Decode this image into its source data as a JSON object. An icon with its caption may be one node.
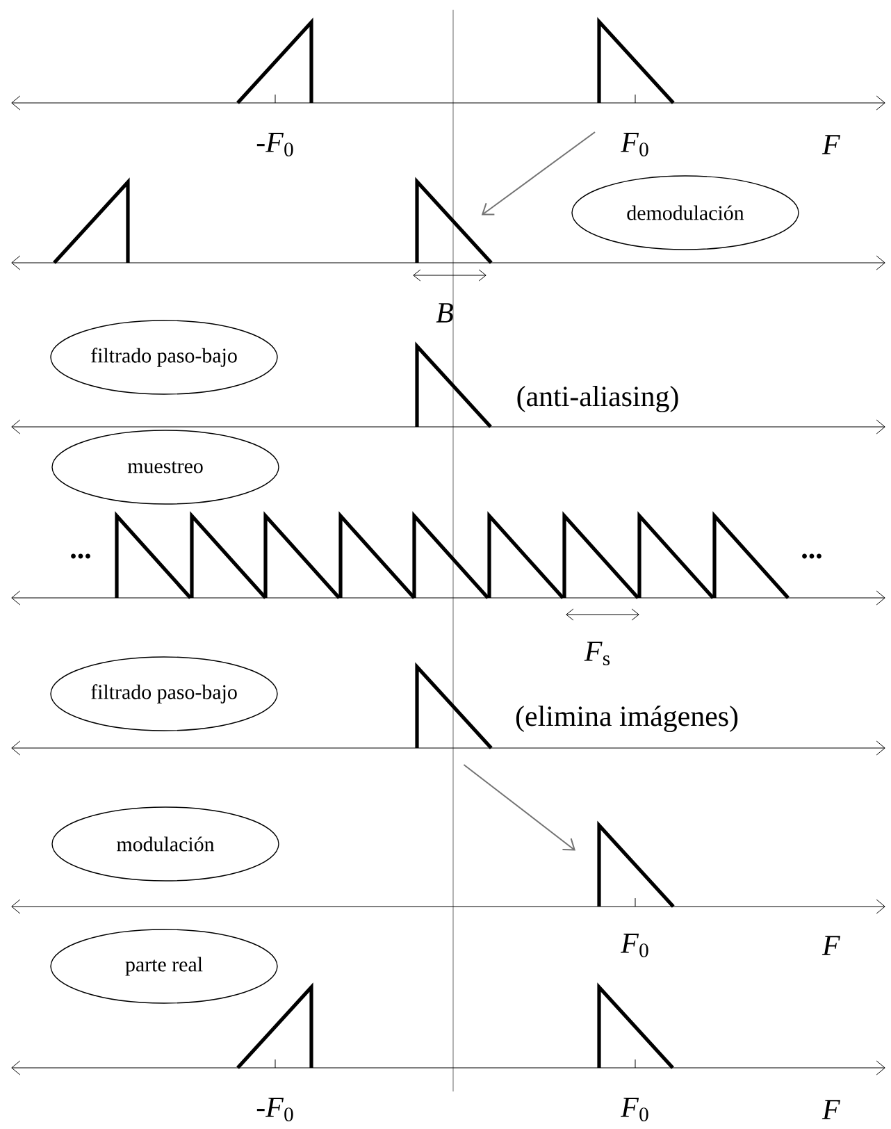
{
  "diagram": {
    "nodes": [
      {
        "text": [],
        "shape": "triangle"
      },
      {
        "text": [],
        "shape": "triangle"
      },
      {
        "text": [
          "demodulación"
        ]
      },
      {
        "text": [
          "filtrado paso-bajo"
        ]
      },
      {
        "text": [
          "muestreo"
        ]
      },
      {
        "text": [
          "filtrado paso-bajo"
        ]
      },
      {
        "text": [],
        "shape": "triangle"
      },
      {
        "text": [
          "modulación"
        ]
      },
      {
        "text": [],
        "shape": "triangle"
      },
      {
        "text": [
          "parte real"
        ]
      }
    ],
    "edges": [
      {
        "from": 0,
        "to": 1,
        "arrow": "to"
      },
      {
        "from": 6,
        "to": 8,
        "arrow": "to"
      }
    ],
    "labels": [
      "-*F*$_{0}$",
      "*F*$_{0}$",
      "*F*",
      "*B*",
      "(anti-aliasing)",
      "...",
      "...",
      "*F*$_{s}$",
      "(elimina imágenes)",
      "*F*$_{0}$",
      "*F*",
      "-*F*$_{0}$",
      "*F*$_{0}$",
      "*F*"
    ]
  }
}
